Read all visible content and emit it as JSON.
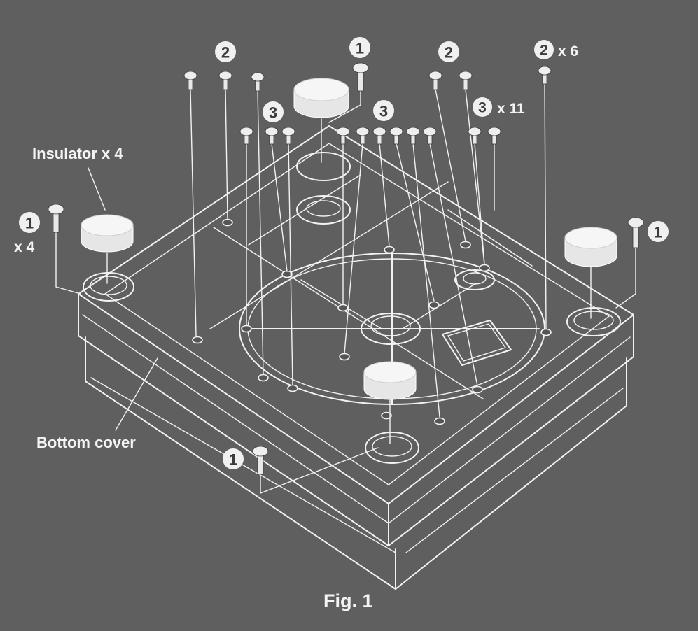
{
  "labels": {
    "insulator": "Insulator x 4",
    "bottom_cover": "Bottom cover",
    "figure_caption": "Fig. 1"
  },
  "badges": [
    {
      "num": "2",
      "suffix": ""
    },
    {
      "num": "1",
      "suffix": ""
    },
    {
      "num": "2",
      "suffix": ""
    },
    {
      "num": "2",
      "suffix": "x 6"
    },
    {
      "num": "3",
      "suffix": ""
    },
    {
      "num": "3",
      "suffix": ""
    },
    {
      "num": "3",
      "suffix": "x 11"
    },
    {
      "num": "1",
      "suffix": "x 4"
    },
    {
      "num": "1",
      "suffix": ""
    },
    {
      "num": "1",
      "suffix": ""
    }
  ]
}
